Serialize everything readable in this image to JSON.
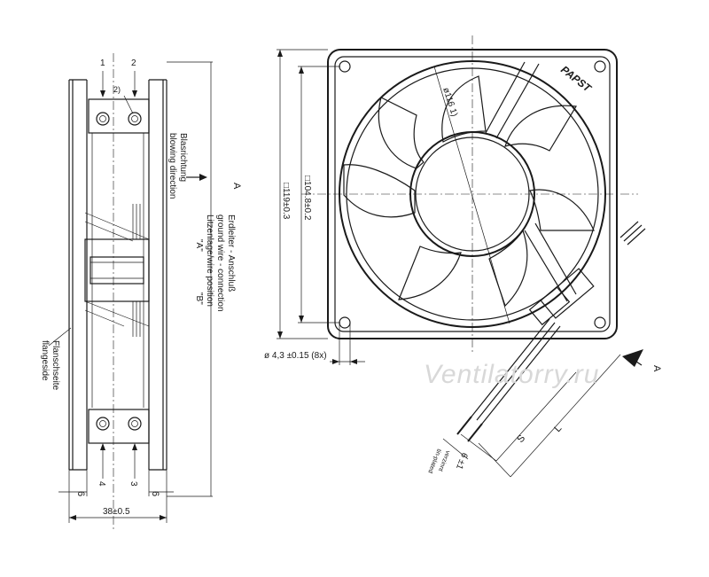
{
  "labels": {
    "side_leader_1": "1",
    "side_leader_2": "2",
    "side_leader_2b": "2)",
    "side_leader_3": "3",
    "side_leader_4": "4",
    "view_marker_side": "A",
    "view_marker_front": "A",
    "blowing_de": "Blasrichtung",
    "blowing_en": "blowing direction",
    "ground_de": "Erdleiter - Anschluß",
    "ground_en": "ground wire - connection",
    "wire_pos_de": "Litzenlage/wire position",
    "wire_pos_a": "\"A\"",
    "wire_pos_b": "\"B\"",
    "flange_de": "Flanschseite",
    "flange_en": "flangeside",
    "dim_flange_left": "6",
    "dim_flange_right": "6",
    "dim_depth": "38±0.5",
    "dim_hub_dia": "ø116 1)",
    "dim_hole_pitch": "□104.8±0.2",
    "dim_frame": "□119±0.3",
    "dim_holes": "ø 4,3 ±0.15 (8x)",
    "dim_strip": "6 ±1",
    "tin_de": "verzinnt",
    "tin_en": "tin-plated",
    "dim_s": "S",
    "dim_l": "L",
    "brand": "PAPST",
    "watermark": "Ventilatorry.ru"
  },
  "colors": {
    "ink": "#1a1a1a",
    "watermark": "#d8d8d8",
    "background": "#ffffff"
  },
  "icons": [
    "fan-side-view",
    "fan-front-view",
    "view-arrow-icon",
    "cable-icon"
  ]
}
